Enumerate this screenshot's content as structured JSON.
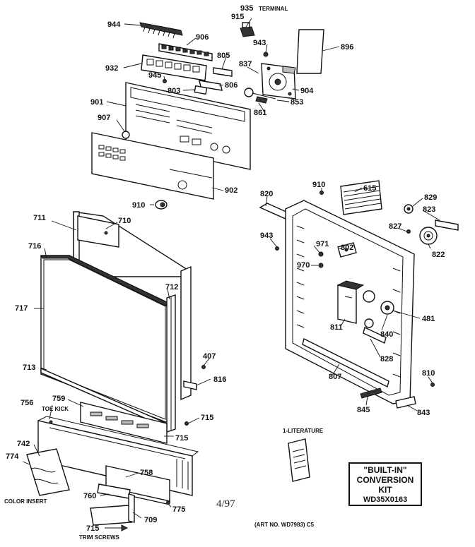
{
  "callouts": {
    "c935": "935",
    "terminal": "TERMINAL",
    "c915": "915",
    "c944": "944",
    "c906": "906",
    "c943a": "943",
    "c896": "896",
    "c805": "805",
    "c837": "837",
    "c932": "932",
    "c945": "945",
    "c806": "806",
    "c904": "904",
    "c803": "803",
    "c853": "853",
    "c901": "901",
    "c861": "861",
    "c907": "907",
    "c910a": "910",
    "c615": "615",
    "c902": "902",
    "c820": "820",
    "c829": "829",
    "c823": "823",
    "c910b": "910",
    "c711": "711",
    "c710": "710",
    "c827": "827",
    "c943b": "943",
    "c971": "971",
    "c802": "802",
    "c822": "822",
    "c716": "716",
    "c970": "970",
    "c712": "712",
    "c717": "717",
    "c811": "811",
    "c481": "481",
    "c840": "840",
    "c828": "828",
    "c407": "407",
    "c713": "713",
    "c816": "816",
    "c807": "807",
    "c810": "810",
    "c759": "759",
    "toe_kick": "TOE KICK",
    "c756": "756",
    "c845": "845",
    "c843": "843",
    "c715a": "715",
    "c715b": "715",
    "literature": "1-LITERATURE",
    "c742": "742",
    "c774": "774",
    "c758": "758",
    "c760": "760",
    "c775": "775",
    "color_insert": "COLOR INSERT",
    "c715c": "715",
    "c709": "709",
    "trim_screws": "TRIM SCREWS"
  },
  "conversion_box": {
    "line1": "\"BUILT-IN\"",
    "line2": "CONVERSION",
    "line3": "KIT",
    "line4": "WD35X0163"
  },
  "footer": {
    "date": "4/97",
    "art_no": "(ART NO. WD7983) C5"
  }
}
